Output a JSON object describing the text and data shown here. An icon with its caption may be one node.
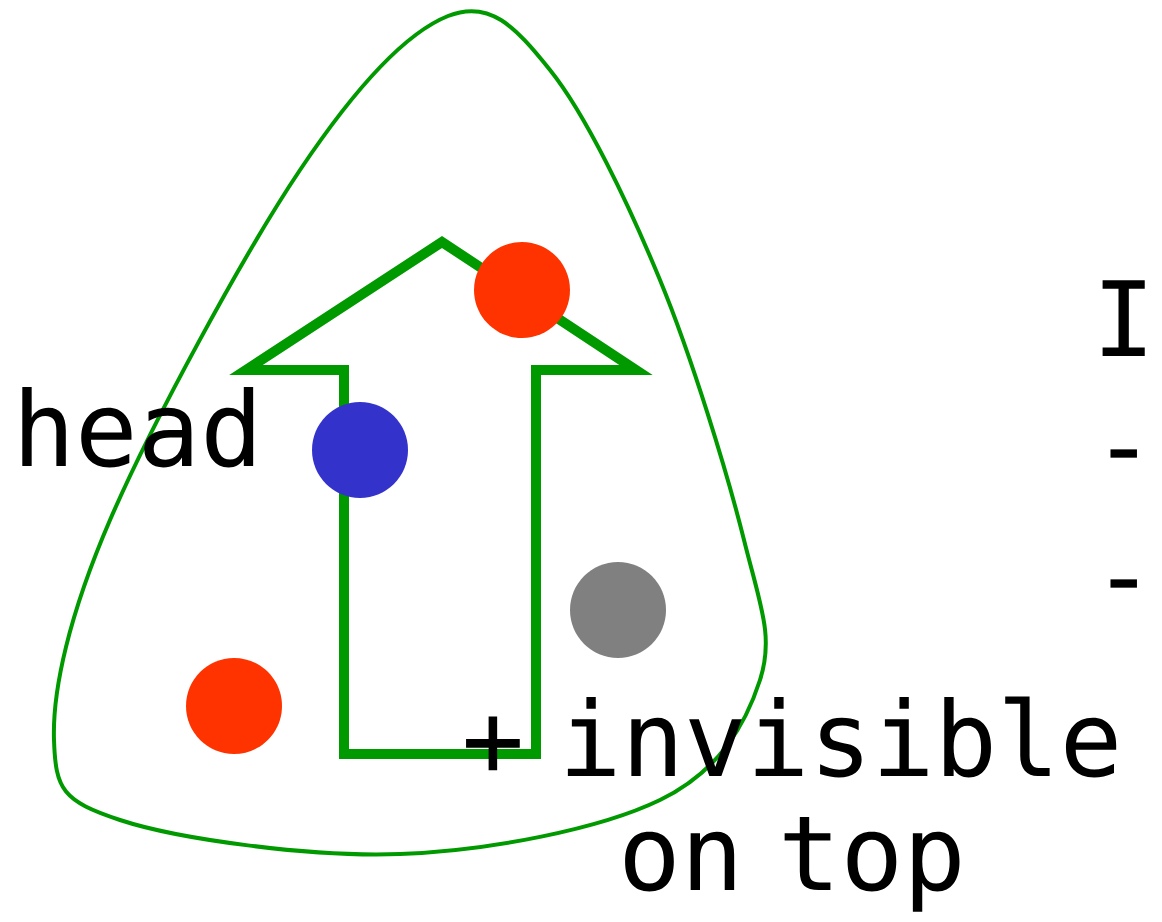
{
  "diagram": {
    "labels": [
      "I",
      "head",
      "-",
      "-",
      "+ invisible on top"
    ]
  }
}
